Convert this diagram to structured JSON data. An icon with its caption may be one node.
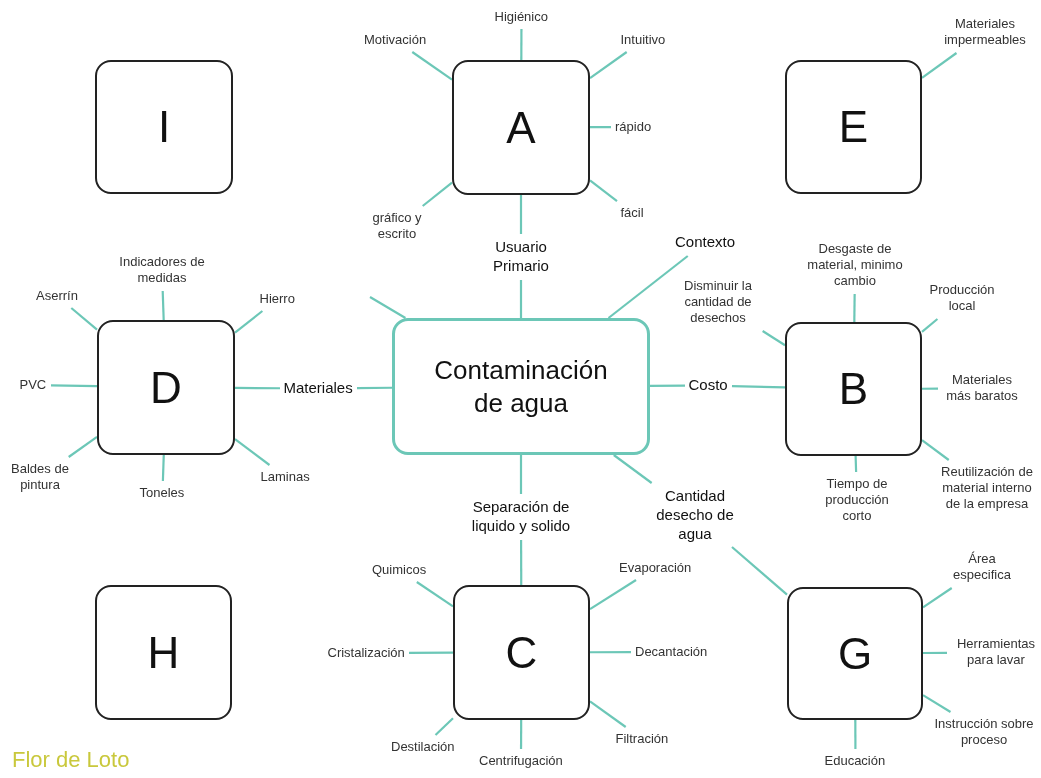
{
  "diagram": {
    "caption": "Flor de Loto",
    "nodes": [
      {
        "text": [
          "Contaminación de agua"
        ]
      },
      {
        "text": [
          "Usuario Primario"
        ]
      },
      {
        "text": [
          "Contexto"
        ]
      },
      {
        "text": [
          "Materiales"
        ]
      },
      {
        "text": [
          "Costo"
        ]
      },
      {
        "text": [
          "Separación de liquido y solido"
        ]
      },
      {
        "text": [
          "Cantidad desecho de agua"
        ]
      },
      {
        "text": [
          "I"
        ]
      },
      {
        "text": [
          "A"
        ]
      },
      {
        "text": [
          "E"
        ]
      },
      {
        "text": [
          "D"
        ]
      },
      {
        "text": [
          "B"
        ]
      },
      {
        "text": [
          "H"
        ]
      },
      {
        "text": [
          "C"
        ]
      },
      {
        "text": [
          "G"
        ]
      },
      {
        "text": [
          "Motivación"
        ]
      },
      {
        "text": [
          "Higiénico"
        ]
      },
      {
        "text": [
          "Intuitivo"
        ]
      },
      {
        "text": [
          "rápido"
        ]
      },
      {
        "text": [
          "fácil"
        ]
      },
      {
        "text": [
          "gráfico y escrito"
        ]
      },
      {
        "text": [
          "Materiales impermeables"
        ]
      },
      {
        "text": [
          "Indicadores de medidas"
        ]
      },
      {
        "text": [
          "Aserrín"
        ]
      },
      {
        "text": [
          "Hierro"
        ]
      },
      {
        "text": [
          "PVC"
        ]
      },
      {
        "text": [
          "Baldes de pintura"
        ]
      },
      {
        "text": [
          "Toneles"
        ]
      },
      {
        "text": [
          "Laminas"
        ]
      },
      {
        "text": [
          "Desgaste de material, minimo cambio"
        ]
      },
      {
        "text": [
          "Disminuir la cantidad de desechos"
        ]
      },
      {
        "text": [
          "Producción local"
        ]
      },
      {
        "text": [
          "Materiales más baratos"
        ]
      },
      {
        "text": [
          "Reutilización de material interno de la empresa"
        ]
      },
      {
        "text": [
          "Tiempo de producción corto"
        ]
      },
      {
        "text": [
          "Quimicos"
        ]
      },
      {
        "text": [
          "Evaporación"
        ]
      },
      {
        "text": [
          "Cristalización"
        ]
      },
      {
        "text": [
          "Decantación"
        ]
      },
      {
        "text": [
          "Destilación"
        ]
      },
      {
        "text": [
          "Centrifugación"
        ]
      },
      {
        "text": [
          "Filtración"
        ]
      },
      {
        "text": [
          "Área especifica"
        ]
      },
      {
        "text": [
          "Herramientas para lavar"
        ]
      },
      {
        "text": [
          "Instrucción sobre proceso"
        ]
      },
      {
        "text": [
          "Educación"
        ]
      }
    ],
    "edges": [
      {
        "from": 0,
        "to": 1,
        "arrow": "none"
      },
      {
        "from": 1,
        "to": 8,
        "arrow": "none"
      },
      {
        "from": 0,
        "to": 2,
        "arrow": "none"
      },
      {
        "from": 0,
        "to": null,
        "arrow": "none"
      },
      {
        "from": 0,
        "to": 3,
        "arrow": "none"
      },
      {
        "from": 3,
        "to": 10,
        "arrow": "none"
      },
      {
        "from": 0,
        "to": 4,
        "arrow": "none"
      },
      {
        "from": 4,
        "to": 11,
        "arrow": "none"
      },
      {
        "from": 0,
        "to": 5,
        "arrow": "none"
      },
      {
        "from": 5,
        "to": 13,
        "arrow": "none"
      },
      {
        "from": 0,
        "to": 6,
        "arrow": "none"
      },
      {
        "from": 6,
        "to": 14,
        "arrow": "none"
      },
      {
        "from": 8,
        "to": 15,
        "arrow": "none"
      },
      {
        "from": 8,
        "to": 16,
        "arrow": "none"
      },
      {
        "from": 8,
        "to": 17,
        "arrow": "none"
      },
      {
        "from": 8,
        "to": 18,
        "arrow": "none"
      },
      {
        "from": 8,
        "to": 19,
        "arrow": "none"
      },
      {
        "from": 8,
        "to": 20,
        "arrow": "none"
      },
      {
        "from": 9,
        "to": 21,
        "arrow": "none"
      },
      {
        "from": 10,
        "to": 22,
        "arrow": "none"
      },
      {
        "from": 10,
        "to": 23,
        "arrow": "none"
      },
      {
        "from": 10,
        "to": 24,
        "arrow": "none"
      },
      {
        "from": 10,
        "to": 25,
        "arrow": "none"
      },
      {
        "from": 10,
        "to": 26,
        "arrow": "none"
      },
      {
        "from": 10,
        "to": 27,
        "arrow": "none"
      },
      {
        "from": 10,
        "to": 28,
        "arrow": "none"
      },
      {
        "from": 11,
        "to": 29,
        "arrow": "none"
      },
      {
        "from": 11,
        "to": 30,
        "arrow": "none"
      },
      {
        "from": 11,
        "to": 31,
        "arrow": "none"
      },
      {
        "from": 11,
        "to": 32,
        "arrow": "none"
      },
      {
        "from": 11,
        "to": 33,
        "arrow": "none"
      },
      {
        "from": 11,
        "to": 34,
        "arrow": "none"
      },
      {
        "from": 13,
        "to": 35,
        "arrow": "none"
      },
      {
        "from": 13,
        "to": 36,
        "arrow": "none"
      },
      {
        "from": 13,
        "to": 37,
        "arrow": "none"
      },
      {
        "from": 13,
        "to": 38,
        "arrow": "none"
      },
      {
        "from": 13,
        "to": 39,
        "arrow": "none"
      },
      {
        "from": 13,
        "to": 40,
        "arrow": "none"
      },
      {
        "from": 13,
        "to": 41,
        "arrow": "none"
      },
      {
        "from": 14,
        "to": 42,
        "arrow": "none"
      },
      {
        "from": 14,
        "to": 43,
        "arrow": "none"
      },
      {
        "from": 14,
        "to": 44,
        "arrow": "none"
      },
      {
        "from": 14,
        "to": 45,
        "arrow": "none"
      }
    ]
  }
}
